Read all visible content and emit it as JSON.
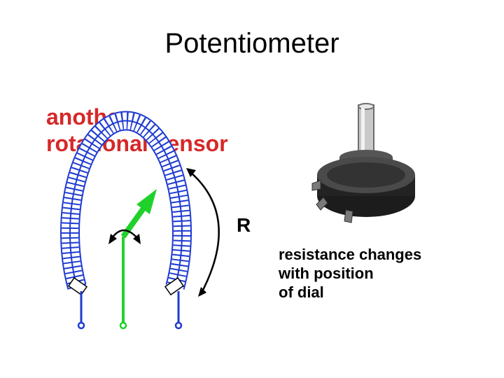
{
  "title": "Potentiometer",
  "subtitle": {
    "line1": "another",
    "line2": "rotational sensor"
  },
  "resistance_label": "R",
  "caption": {
    "line1": "resistance changes",
    "line2": "with position",
    "line3": "of dial"
  },
  "colors": {
    "accent_red": "#d62828",
    "coil_blue": "#1e3bd1",
    "wiper_green": "#21d12b",
    "text": "#000000"
  },
  "icons": [
    "rotation-arrow-icon",
    "potentiometer-photo"
  ]
}
